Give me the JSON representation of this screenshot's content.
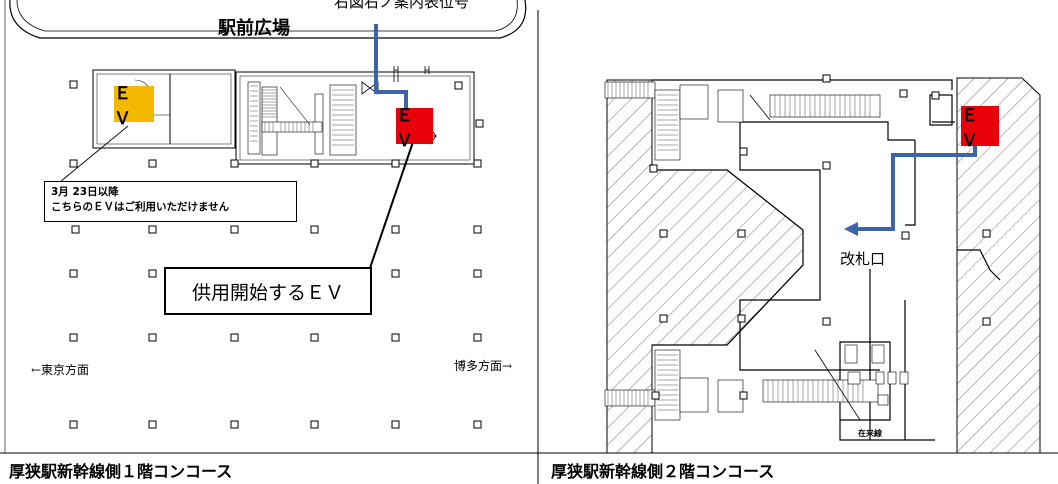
{
  "header": {
    "top_text": "右図右ノ案内表位号"
  },
  "left_panel": {
    "plaza_label": "駅前広場",
    "ev_old_label": "ＥＶ",
    "ev_new_label": "ＥＶ",
    "note_lines": [
      "3月 23日以降",
      "こちらのＥＶはご利用いただけません"
    ],
    "callout": "供用開始するＥＶ",
    "direction_left": "←東京方面",
    "direction_right": "博多方面→",
    "title": "厚狭駅新幹線側１階コンコース"
  },
  "right_panel": {
    "ev_label": "ＥＶ",
    "gate_label": "改札口",
    "conventional_line_label": "在来線",
    "title": "厚狭駅新幹線側２階コンコース"
  },
  "colors": {
    "old_ev": "#f5b800",
    "new_ev": "#e8000b",
    "route": "#3d63a8"
  }
}
